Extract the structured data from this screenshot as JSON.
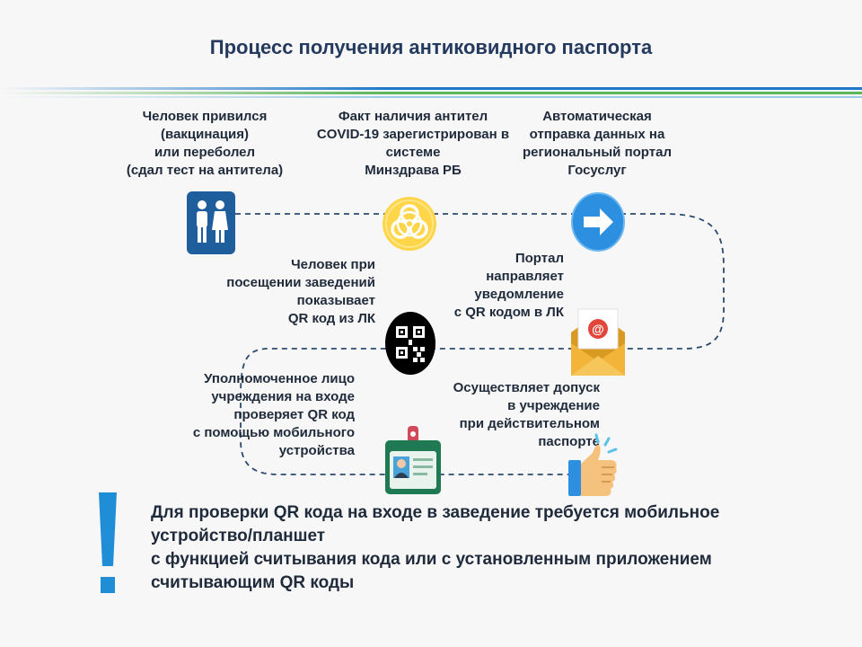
{
  "title": "Процесс получения антиковидного паспорта",
  "steps": {
    "vaccinated": [
      "Человек привился",
      "(вакцинация)",
      "или переболел",
      "(сдал тест на антитела)"
    ],
    "registered": [
      "Факт наличия антител",
      "COVID-19 зарегистрирован в",
      "системе",
      "Минздрава РБ"
    ],
    "sent": [
      "Автоматическая",
      "отправка данных на",
      "региональный портал",
      "Госуслуг"
    ],
    "notification": [
      "Портал",
      "направляет",
      "уведомление",
      "с QR кодом в ЛК"
    ],
    "shows_qr": [
      "Человек при",
      "посещении заведений",
      "показывает",
      "QR код из ЛК"
    ],
    "checks": [
      "Уполномоченное лицо",
      "учреждения на входе",
      "проверяет QR код",
      "с помощью мобильного",
      "устройства"
    ],
    "admits": [
      "Осуществляет допуск",
      "в учреждение",
      "при действительном",
      "паспорте"
    ]
  },
  "note": {
    "mark": "!",
    "lines": [
      "Для проверки QR кода на входе в заведение требуется мобильное",
      "устройство/планшет",
      "с функцией считывания кода или с установленным приложением",
      "считывающим QR коды"
    ]
  },
  "icons": [
    "people-icon",
    "biohazard-icon",
    "arrow-right-icon",
    "email-envelope-icon",
    "qr-code-icon",
    "id-badge-icon",
    "thumbs-up-icon"
  ],
  "colors": {
    "title": "#243a5e",
    "accent_blue": "#1f8ed6",
    "accent_green": "#5bb55b",
    "people_box": "#1e5e9c",
    "biohazard": "#ffd54a",
    "arrow_circle": "#2d8fe0",
    "envelope": "#f2b53a",
    "badge": "#1f7a53"
  }
}
